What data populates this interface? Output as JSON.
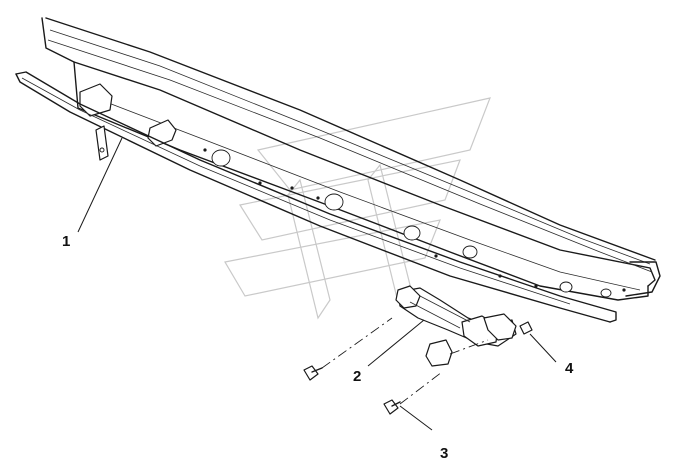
{
  "diagram": {
    "callouts": [
      {
        "id": "1",
        "label": "1"
      },
      {
        "id": "2",
        "label": "2"
      },
      {
        "id": "3",
        "label": "3"
      },
      {
        "id": "4",
        "label": "4"
      }
    ],
    "colors": {
      "line": "#1a1a1a",
      "watermark": "#c9c9c9",
      "background": "#ffffff"
    }
  }
}
